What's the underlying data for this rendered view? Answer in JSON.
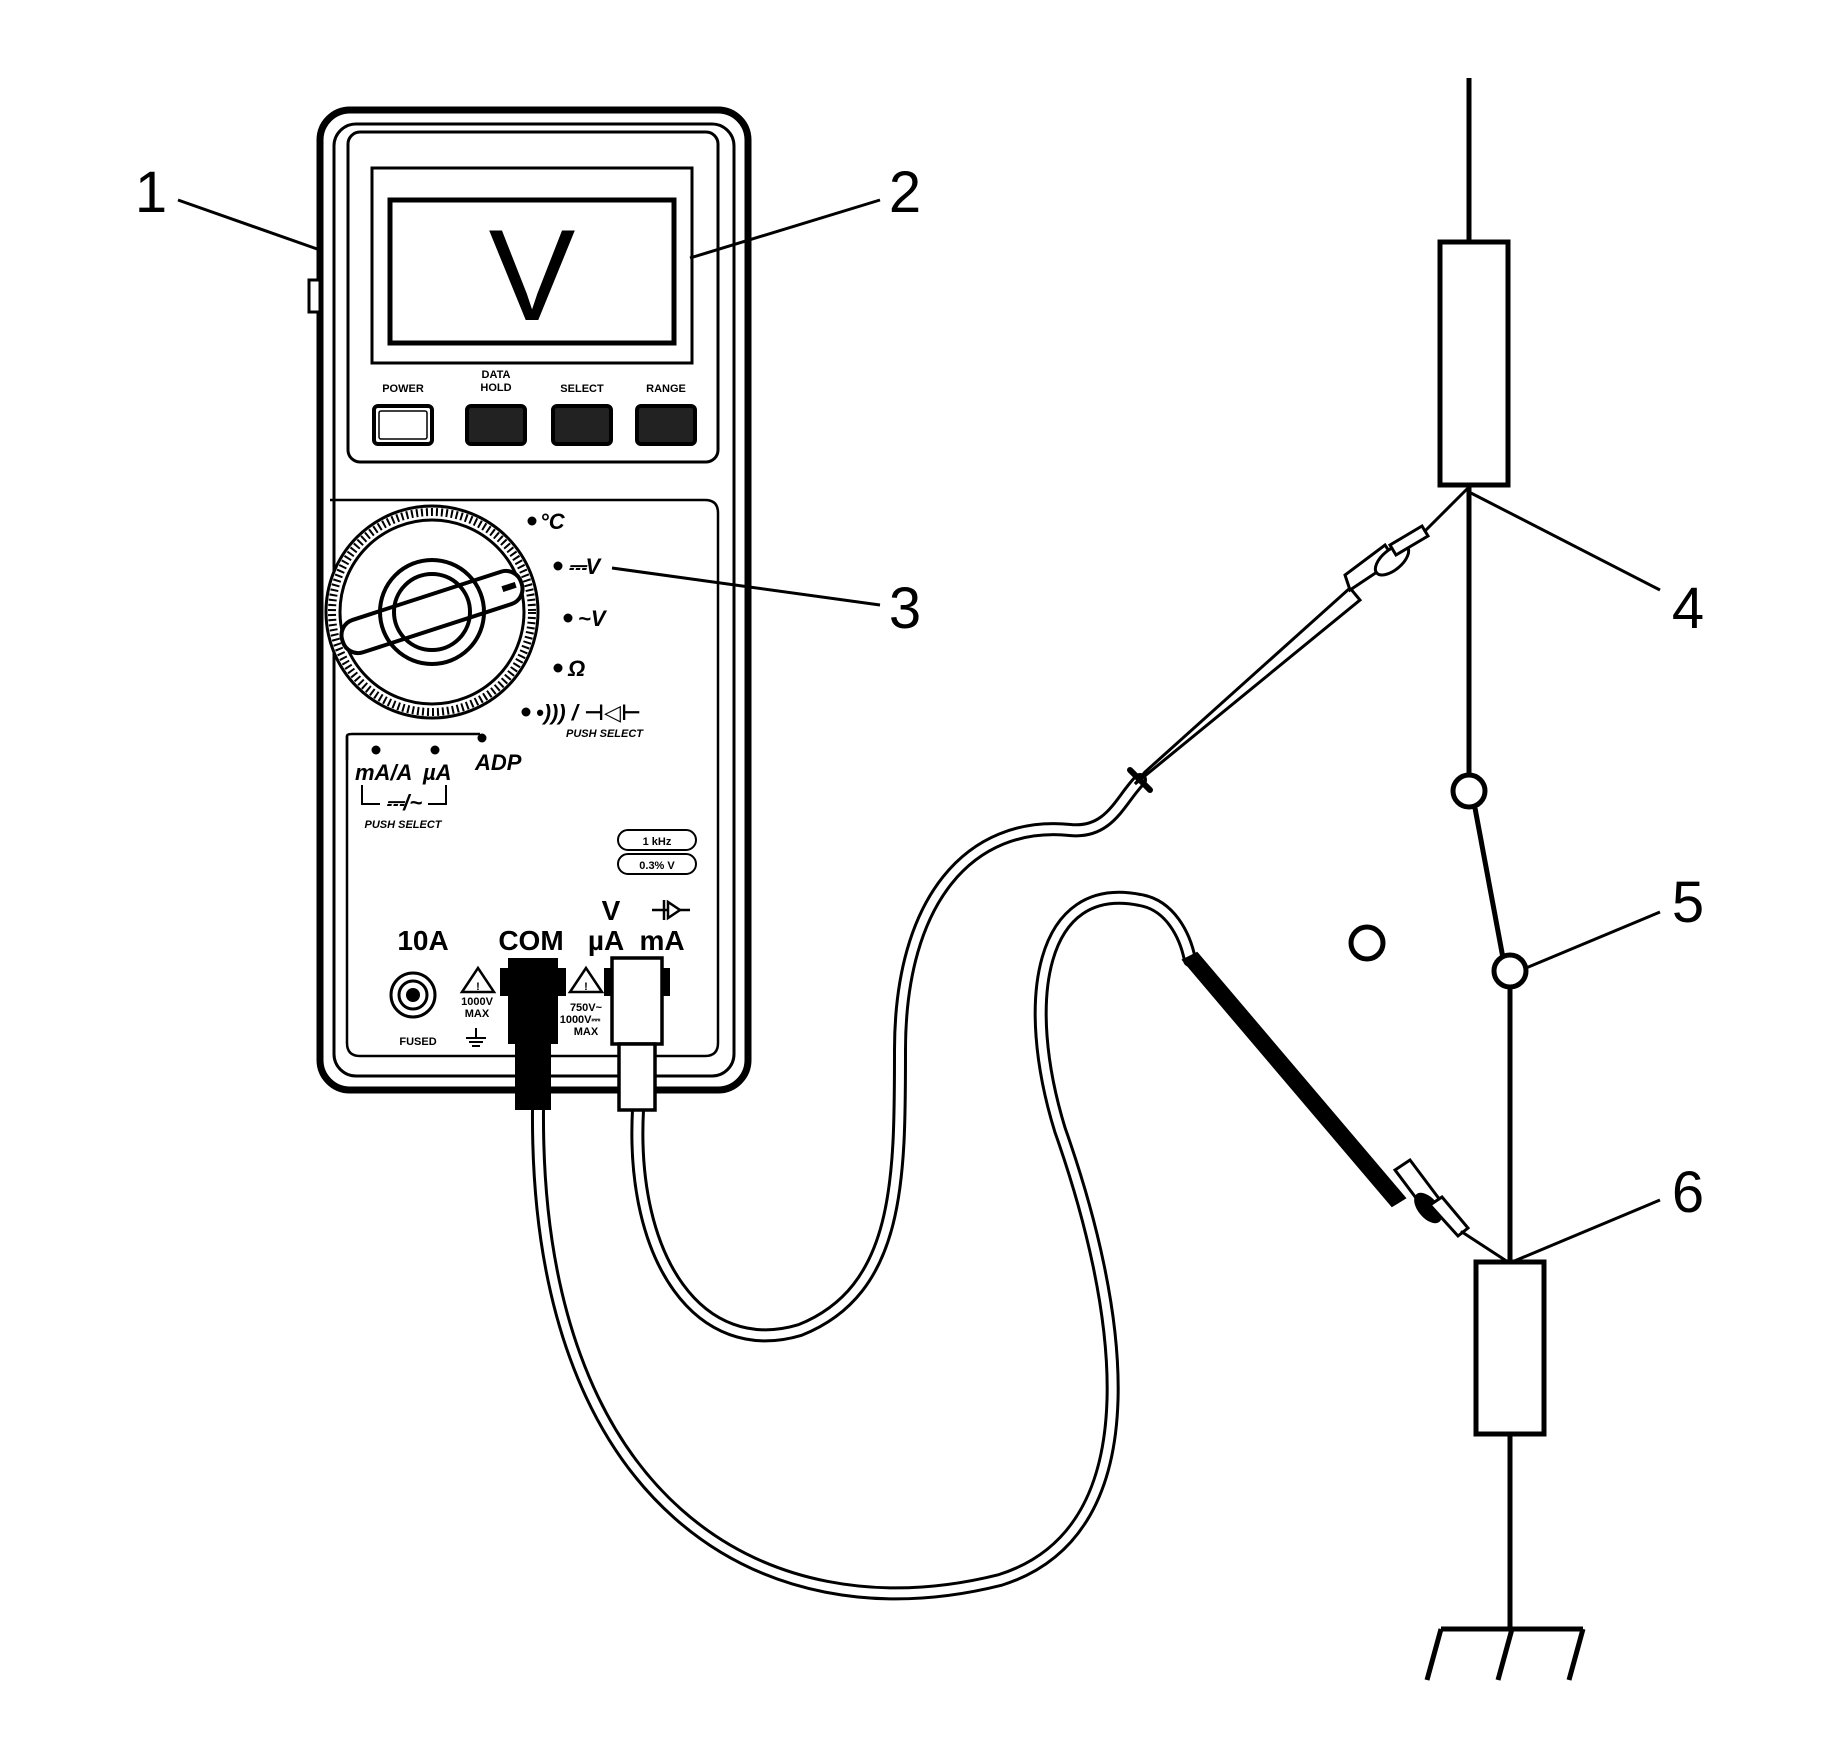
{
  "callouts": [
    "1",
    "2",
    "3",
    "4",
    "5",
    "6"
  ],
  "meter": {
    "display": "V",
    "buttons": {
      "power": "POWER",
      "data_hold_1": "DATA",
      "data_hold_2": "HOLD",
      "select": "SELECT",
      "range": "RANGE"
    },
    "dial": {
      "celsius": "°C",
      "dc_volts": "⎓V",
      "ac_volts": "~V",
      "ohms": "Ω",
      "continuity_diode": "•))) / ⊣◁⊢",
      "push_select": "PUSH SELECT",
      "ma_a": "mA/A",
      "ua": "µA",
      "adp": "ADP",
      "dc_ac": "⎓/~",
      "push_select_2": "PUSH SELECT"
    },
    "badge_1": "1 kHz",
    "badge_2": "0.3% V",
    "jacks": {
      "amps": "10A",
      "com": "COM",
      "v": "V",
      "ua": "µA",
      "ma": "mA",
      "fused": "FUSED",
      "rating_1a": "1000V",
      "rating_1b": "MAX",
      "rating_2a": "750V~",
      "rating_2b": "1000V⎓",
      "rating_2c": "MAX"
    }
  },
  "colors": {
    "line": "#000000",
    "background": "#ffffff",
    "lead_fill": "#ffffff"
  },
  "icons": [
    "warning-triangle-icon",
    "ground-icon",
    "diode-icon",
    "continuity-icon"
  ]
}
